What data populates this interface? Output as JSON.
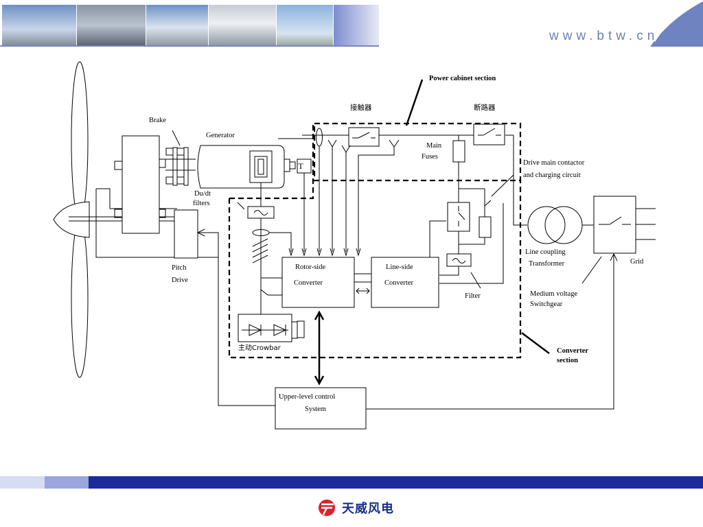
{
  "header": {
    "site_url": "www.btw.cn",
    "accent_color": "#6b7fb5",
    "photos": [
      "turbine-photo",
      "factory-hall-photo",
      "factory-building-photo",
      "nacelle-photo",
      "wind-farm-photo"
    ]
  },
  "diagram": {
    "labels": {
      "power_cabinet": "Power cabinet section",
      "contactor_cn": "接触器",
      "breaker_cn": "断路器",
      "brake": "Brake",
      "generator": "Generator",
      "main": "Main",
      "fuses": "Fuses",
      "drive_contactor_1": "Drive main contactor",
      "drive_contactor_2": "and charging circuit",
      "dudt_1": "Du/dt",
      "dudt_2": "filters",
      "t_box": "T",
      "rotor_side_1": "Rotor-side",
      "rotor_side_2": "Converter",
      "line_side_1": "Line-side",
      "line_side_2": "Converter",
      "pitch": "Pitch",
      "drive": "Drive",
      "line_coupling": "Line coupling",
      "transformer": "Transformer",
      "grid": "Grid",
      "filter": "Filter",
      "mv_1": "Medium voltage",
      "mv_2": "Switchgear",
      "crowbar": "主动Crowbar",
      "converter_1": "Converter",
      "converter_2": "section",
      "upper_1": "Upper-level control",
      "upper_2": "System"
    }
  },
  "footer": {
    "bar_color": "#1c2a9c",
    "logo_text": "天威风电",
    "logo_color": "#1a2f8a",
    "logo_mark_color": "#d8232a"
  }
}
